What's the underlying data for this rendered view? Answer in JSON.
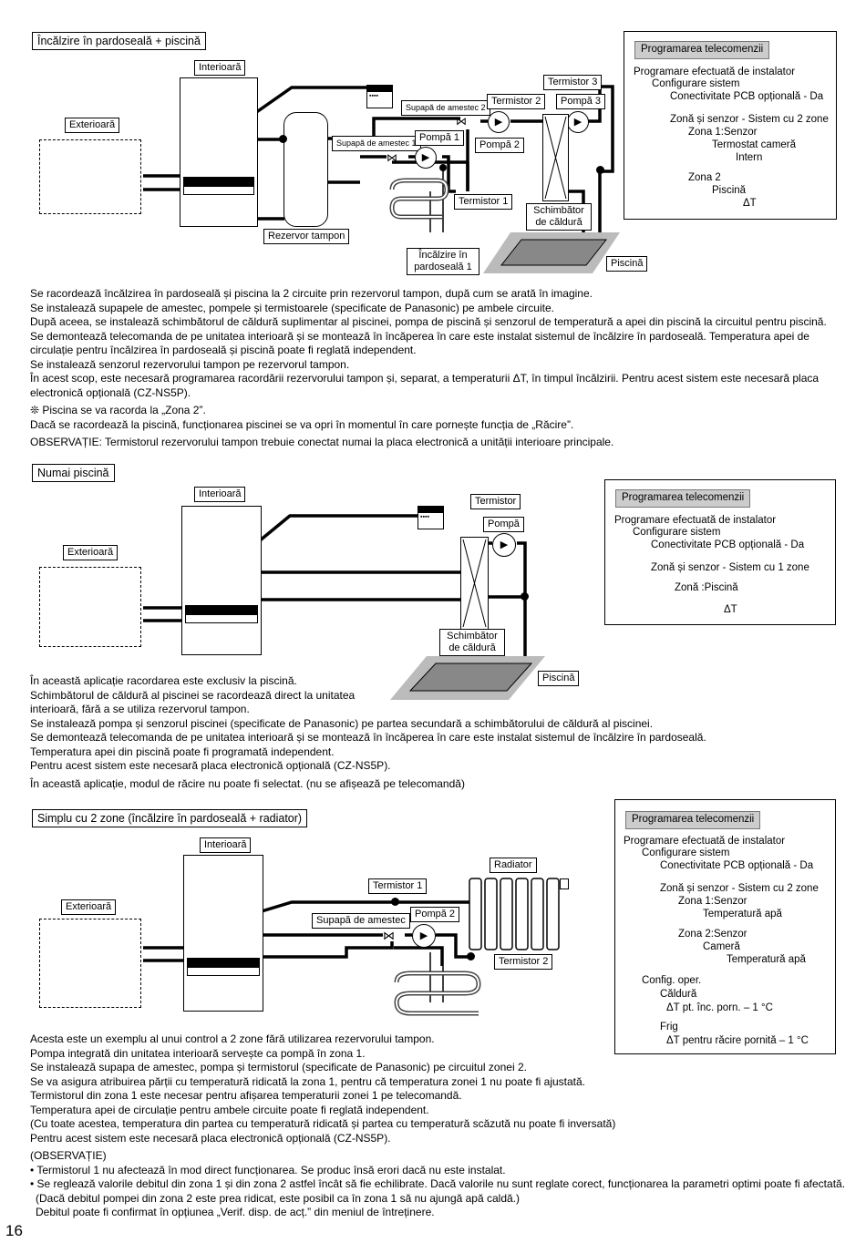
{
  "page_number": "16",
  "sections": [
    {
      "title": "Încălzire în pardoseală + piscină",
      "labels": {
        "exterior": "Exterioară",
        "interior": "Interioară",
        "buffer_tank": "Rezervor tampon",
        "mix_valve_2": "Supapă de amestec 2",
        "mix_valve_1": "Supapă de amestec 1",
        "pump_1": "Pompă 1",
        "pump_2": "Pompă 2",
        "pump_3": "Pompă 3",
        "thermistor_1": "Termistor 1",
        "thermistor_2": "Termistor 2",
        "thermistor_3": "Termistor 3",
        "heat_exchanger": "Schimbător de căldură",
        "floor_heating": "Încălzire în pardoseală 1",
        "pool": "Piscină"
      },
      "remote": {
        "header": "Programarea telecomenzii",
        "lines": [
          "Programare efectuată de instalator",
          "Configurare sistem",
          "Conectivitate PCB opțională - Da",
          "Zonă și senzor - Sistem cu 2 zone",
          "Zona 1:Senzor",
          "Termostat cameră",
          "Intern",
          "Zona 2",
          "Piscină",
          "ΔT"
        ]
      },
      "text": [
        "Se racordează încălzirea în pardoseală și piscina la 2 circuite prin rezervorul tampon, după cum se arată în imagine.",
        "Se instalează supapele de amestec, pompele și termistoarele (specificate de Panasonic) pe ambele circuite.",
        "După aceea, se instalează schimbătorul de căldură suplimentar al piscinei, pompa de piscină și senzorul de temperatură a apei din piscină la circuitul pentru piscină.",
        "Se demontează telecomanda de pe unitatea interioară și se montează în încăperea în care este instalat sistemul de încălzire în pardoseală. Temperatura apei de",
        "circulație pentru încălzirea în pardoseală și piscină poate fi reglată independent.",
        "Se instalează senzorul rezervorului tampon pe rezervorul tampon.",
        "În acest scop, este necesară programarea racordării rezervorului tampon și, separat, a temperaturii ΔT, în timpul încălzirii. Pentru acest sistem este necesară placa",
        "electronică opțională (CZ-NS5P).",
        "❊ Piscina se va racorda la „Zona 2”.",
        "Dacă se racordează la piscină, funcționarea piscinei se va opri în momentul în care pornește funcția de „Răcire”.",
        "OBSERVAȚIE: Termistorul rezervorului tampon trebuie conectat numai la placa electronică a unității interioare principale."
      ]
    },
    {
      "title": "Numai piscină",
      "labels": {
        "exterior": "Exterioară",
        "interior": "Interioară",
        "thermistor": "Termistor",
        "pump": "Pompă",
        "heat_exchanger": "Schimbător de căldură",
        "pool": "Piscină"
      },
      "remote": {
        "header": "Programarea telecomenzii",
        "lines": [
          "Programare efectuată de instalator",
          "Configurare sistem",
          "Conectivitate PCB opțională - Da",
          "Zonă și senzor - Sistem cu 1 zone",
          "Zonă :Piscină",
          "ΔT"
        ]
      },
      "text": [
        "În această aplicație racordarea este exclusiv la piscină.",
        "Schimbătorul de căldură al piscinei se racordează direct la unitatea",
        "interioară, fără a se utiliza rezervorul tampon.",
        "Se instalează pompa și senzorul piscinei (specificate de Panasonic) pe partea secundară a schimbătorului de căldură al piscinei.",
        "Se demontează telecomanda de pe unitatea interioară și se montează în încăperea în care este instalat sistemul de încălzire în pardoseală.",
        "Temperatura apei din piscină poate fi programată independent.",
        "Pentru acest sistem este necesară placa electronică opțională (CZ-NS5P).",
        "În această aplicație, modul de răcire nu poate fi selectat. (nu se afișează pe telecomandă)"
      ]
    },
    {
      "title": "Simplu cu 2 zone (încălzire în pardoseală + radiator)",
      "labels": {
        "exterior": "Exterioară",
        "interior": "Interioară",
        "radiator": "Radiator",
        "thermistor_1": "Termistor 1",
        "thermistor_2": "Termistor 2",
        "mix_valve": "Supapă de amestec",
        "pump_2": "Pompă 2"
      },
      "remote": {
        "header": "Programarea telecomenzii",
        "lines": [
          "Programare efectuată de instalator",
          "Configurare sistem",
          "Conectivitate PCB opțională - Da",
          "Zonă și senzor - Sistem cu 2 zone",
          "Zona 1:Senzor",
          "Temperatură apă",
          "Zona 2:Senzor",
          "Cameră",
          "Temperatură apă",
          "Config. oper.",
          "Căldură",
          "ΔT pt. înc. porn. – 1 °C",
          "Frig",
          "ΔT pentru răcire pornită – 1 °C"
        ]
      },
      "text": [
        "Acesta este un exemplu al unui control a 2 zone fără utilizarea rezervorului tampon.",
        "Pompa integrată din unitatea interioară servește ca pompă în zona 1.",
        "Se instalează supapa de amestec, pompa și termistorul (specificate de Panasonic) pe circuitul zonei 2.",
        "Se va asigura atribuirea părții cu temperatură ridicată la zona 1, pentru că temperatura zonei 1 nu poate fi ajustată.",
        "Termistorul din zona 1 este necesar pentru afișarea temperaturii zonei 1 pe telecomandă.",
        "Temperatura apei de circulație pentru ambele circuite poate fi reglată independent.",
        "(Cu toate acestea, temperatura din partea cu temperatură ridicată și partea cu temperatură scăzută nu poate fi inversată)",
        "Pentru acest sistem este necesară placa electronică opțională (CZ-NS5P).",
        "(OBSERVAȚIE)",
        "•   Termistorul 1 nu afectează în mod direct funcționarea. Se produc însă erori dacă nu este instalat.",
        "•   Se reglează valorile debitul din zona 1 și din zona 2 astfel încât să fie echilibrate. Dacă valorile nu sunt reglate corect, funcționarea la parametri optimi poate fi afectată.",
        "(Dacă debitul pompei din zona 2 este prea ridicat, este posibil ca în zona 1 să nu ajungă apă caldă.)",
        "Debitul poate fi confirmat în opțiunea „Verif. disp. de acț.” din meniul de întreținere."
      ]
    }
  ]
}
